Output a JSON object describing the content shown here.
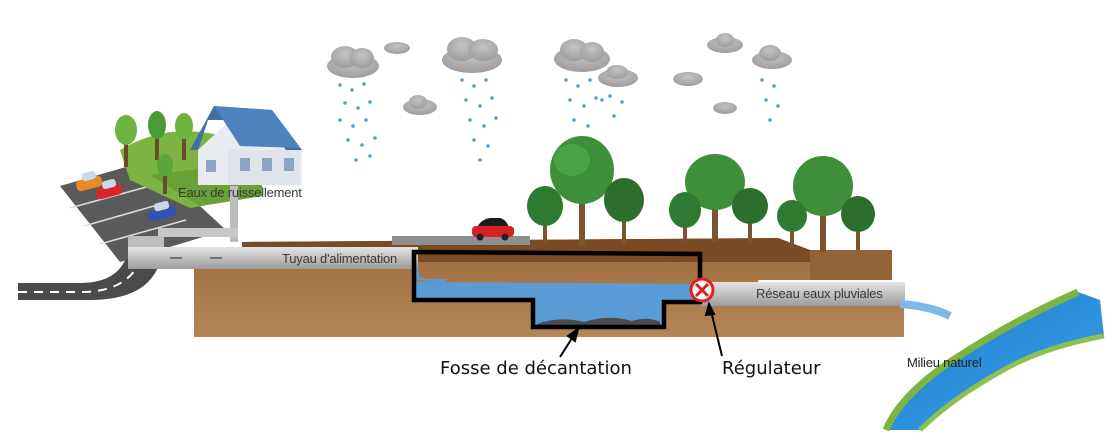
{
  "labels": {
    "runoff": "Eaux de ruissellement",
    "supply_pipe": "Tuyau d'alimentation",
    "stormwater_network": "Réseau eaux pluviales",
    "natural_environment": "Milieu naturel",
    "settling_pit": "Fosse de décantation",
    "regulator": "Régulateur"
  },
  "colors": {
    "water": "#5b9bd5",
    "soil": "#8a5a30",
    "grass": "#7cb342",
    "foliage": "#3f8f3a",
    "pipe": "#c9c9c9",
    "river": "#2f8fd8",
    "regulator": "#e02020"
  }
}
